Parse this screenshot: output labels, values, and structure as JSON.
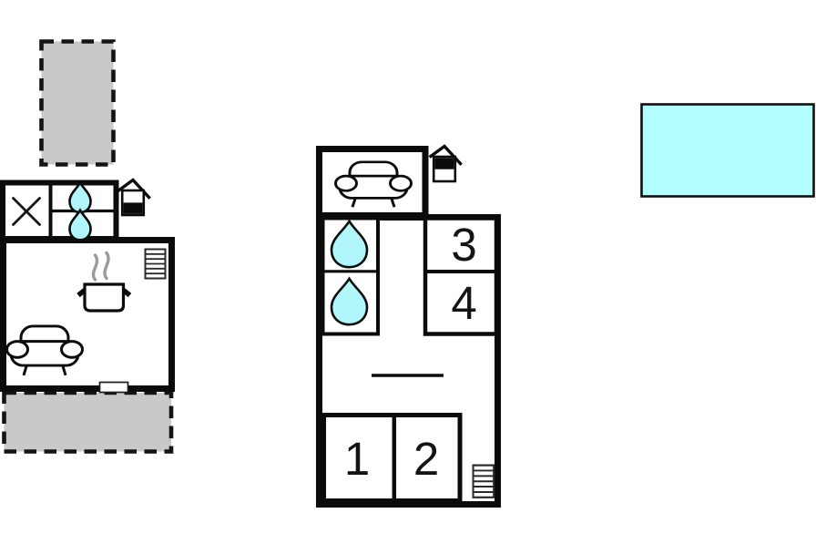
{
  "colors": {
    "wall": "#0b0b0b",
    "water": "#b0f6fa",
    "pool": "#b3feff",
    "terrace": "#c9c9c9",
    "steam": "#9a9a9a"
  },
  "ground_floor": {
    "icons": [
      "x-mark",
      "water-drop",
      "water-drop",
      "house-level-ground",
      "stairs",
      "pot-with-steam",
      "sofa",
      "door-opening"
    ]
  },
  "upper_floor": {
    "room_numbers": [
      "1",
      "2",
      "3",
      "4"
    ],
    "icons": [
      "sofa",
      "house-level-upper",
      "water-drop",
      "water-drop",
      "table-line",
      "stairs"
    ]
  },
  "pool": {
    "icons": [
      "pool-area"
    ]
  }
}
